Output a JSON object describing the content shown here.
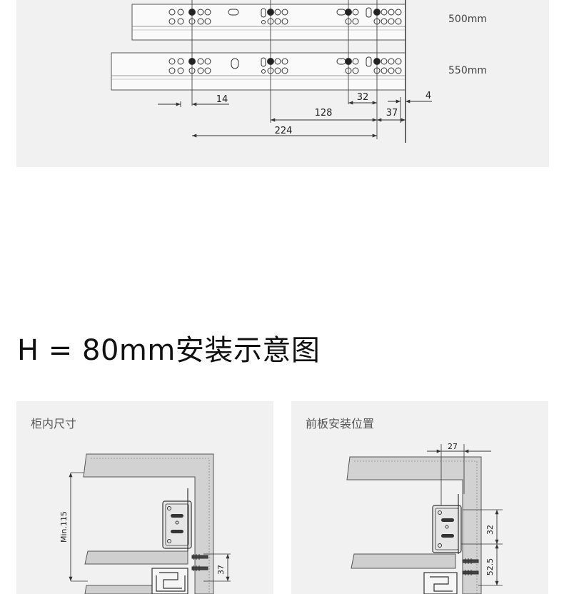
{
  "top_diagram": {
    "rail_labels": [
      "500mm",
      "550mm"
    ],
    "dims": {
      "d14": "14",
      "d32": "32",
      "d4": "4",
      "d128": "128",
      "d37": "37",
      "d224": "224"
    }
  },
  "section": {
    "title": "H = 80mm安装示意图"
  },
  "left_panel": {
    "title": "柜内尺寸",
    "dim_min": "Min.115",
    "dim_37": "37"
  },
  "right_panel": {
    "title": "前板安装位置",
    "dim_27": "27",
    "dim_32": "32",
    "dim_52": "52.5"
  }
}
